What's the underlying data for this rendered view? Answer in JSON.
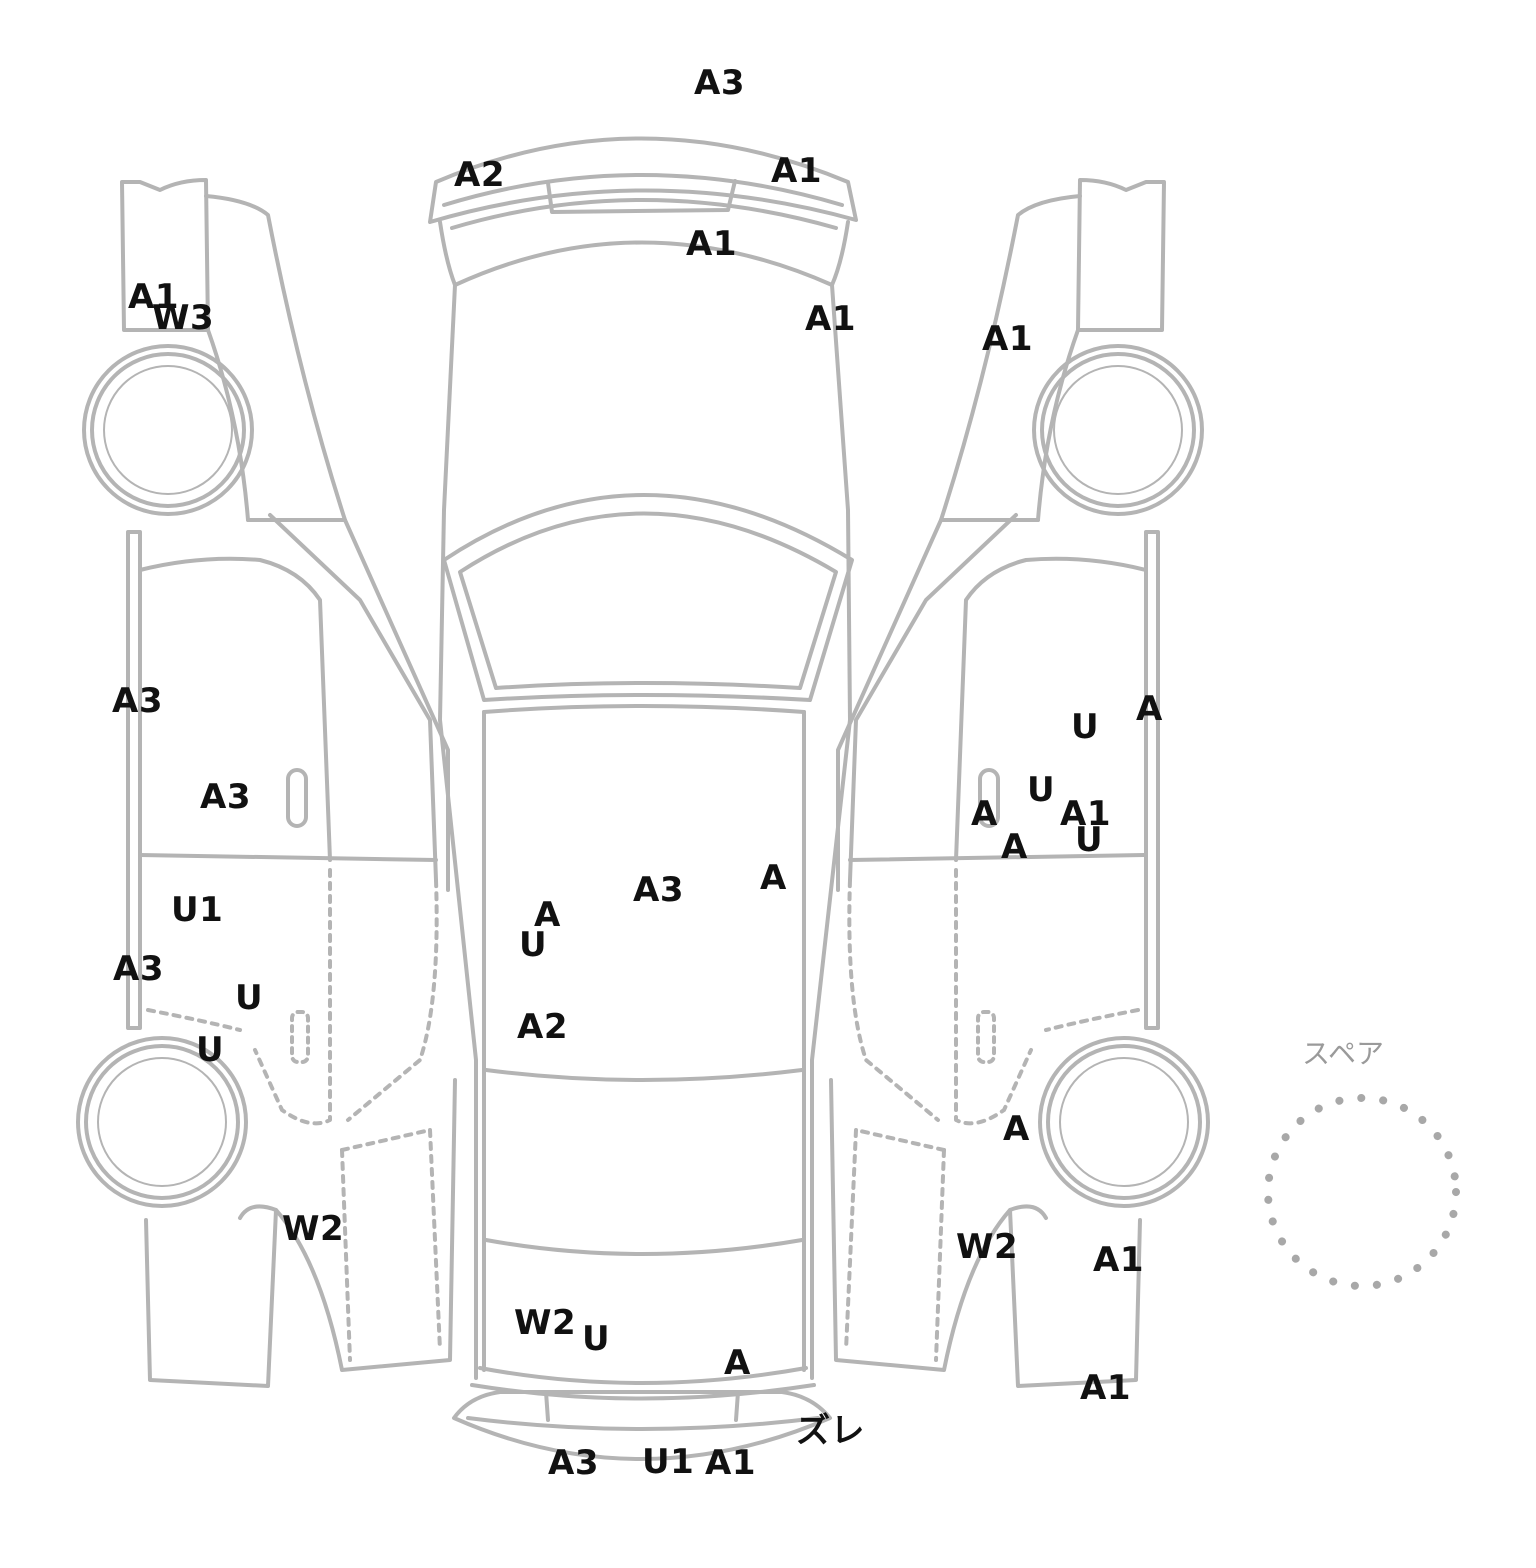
{
  "diagram": {
    "spare_label": "スペア",
    "line_color": "#b4b4b4",
    "text_color": "#111111",
    "marks": {
      "top_roof_rear": "A3",
      "top_spoiler_left": "A2",
      "top_spoiler_right": "A1",
      "top_tailgate_upper": "A1",
      "top_tailgate_right": "A1",
      "left_rear_quarter_a1": "A1",
      "left_rear_quarter_w3": "W3",
      "right_rear_quarter": "A1",
      "left_rear_door_edge": "A3",
      "left_rear_door": "A3",
      "left_front_door": "U1",
      "left_front_door_low": "A3",
      "left_front_door_u_a": "U",
      "left_front_fender_u": "U",
      "left_front_bumper": "W2",
      "roof_a": "A",
      "roof_a3": "A3",
      "roof_right_a": "A",
      "roof_u": "U",
      "windshield_a2": "A2",
      "hood_w2": "W2",
      "hood_u": "U",
      "front_grille_a": "A",
      "front_bumper_a3": "A3",
      "front_bumper_u1": "U1",
      "front_bumper_a1": "A1",
      "front_bumper_zure": "ズレ",
      "right_rear_door_u": "U",
      "right_rear_door_edge_a": "A",
      "right_rear_door_u2": "U",
      "right_rear_door_a": "A",
      "right_rear_door_a1": "A1",
      "right_rear_door_a2": "A",
      "right_rear_door_u3": "U",
      "right_front_wheel_a": "A",
      "right_front_fender_w2": "W2",
      "right_front_bumper_a1": "A1",
      "right_front_corner_a1": "A1"
    }
  }
}
